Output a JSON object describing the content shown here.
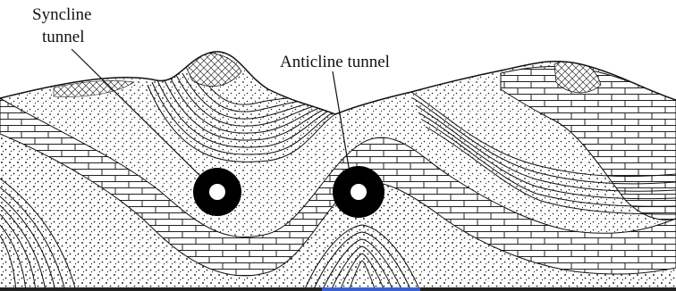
{
  "labels": {
    "syncline_line1": "Syncline",
    "syncline_line2": "tunnel",
    "anticline": "Anticline tunnel"
  },
  "colors": {
    "ink": "#111111",
    "background": "#ffffff",
    "tunnel": "#000000",
    "bottom_strip_blue": "#3c5fcf"
  }
}
